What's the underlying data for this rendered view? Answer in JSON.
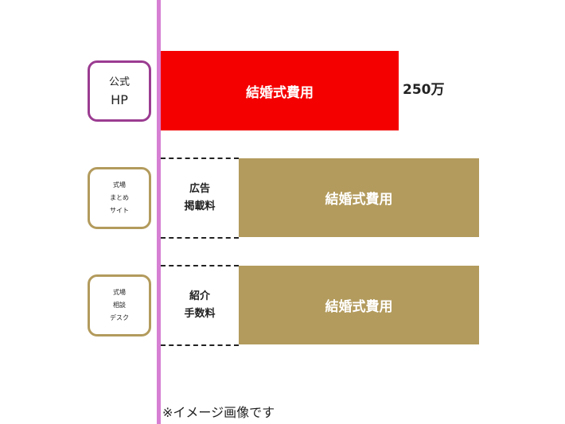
{
  "routes": [
    {
      "label_lines": [
        "公式",
        "HP"
      ],
      "bar": "結婚式費用",
      "amount": "250万"
    },
    {
      "label_lines": [
        "式場",
        "まとめ",
        "サイト"
      ],
      "fee_lines": [
        "広告",
        "掲載料"
      ],
      "bar": "結婚式費用"
    },
    {
      "label_lines": [
        "式場",
        "相談",
        "デスク"
      ],
      "fee_lines": [
        "紹介",
        "手数料"
      ],
      "bar": "結婚式費用"
    }
  ],
  "note": "※イメージ画像です",
  "colors": {
    "red": "#f50000",
    "gold": "#b39b5d",
    "purple": "#9b3c91",
    "pink": "#d67fd3"
  }
}
